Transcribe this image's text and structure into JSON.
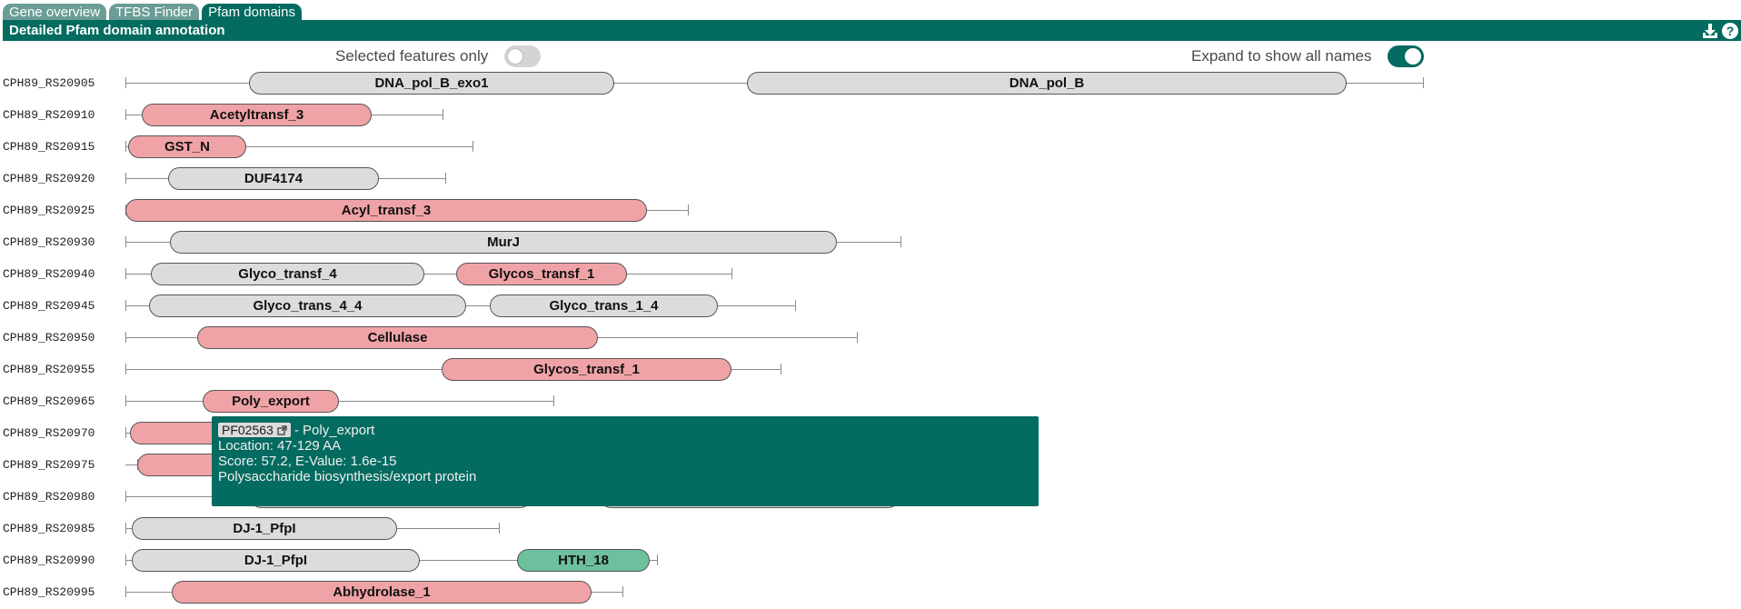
{
  "tabs": [
    {
      "label": "Gene overview",
      "active": false
    },
    {
      "label": "TFBS Finder",
      "active": false
    },
    {
      "label": "Pfam domains",
      "active": true
    }
  ],
  "header": {
    "title": "Detailed Pfam domain annotation",
    "icons": [
      "download-icon",
      "help-icon"
    ]
  },
  "toggles": {
    "selected_only": {
      "label": "Selected features only",
      "state": "off"
    },
    "expand_names": {
      "label": "Expand to show all names",
      "state": "on"
    }
  },
  "colors": {
    "accent": "#036b5f",
    "tab_inactive": "#6b9d96",
    "domain_grey": "#dcdcdc",
    "domain_pink": "#f0a3a6",
    "domain_green": "#6dbf9d"
  },
  "rows": [
    {
      "locus": "CPH89_RS20905",
      "domains": [
        {
          "name": "DNA_pol_B_exo1",
          "color": "grey"
        },
        {
          "name": "DNA_pol_B",
          "color": "grey"
        }
      ]
    },
    {
      "locus": "CPH89_RS20910",
      "domains": [
        {
          "name": "Acetyltransf_3",
          "color": "pink"
        }
      ]
    },
    {
      "locus": "CPH89_RS20915",
      "domains": [
        {
          "name": "GST_N",
          "color": "pink"
        }
      ]
    },
    {
      "locus": "CPH89_RS20920",
      "domains": [
        {
          "name": "DUF4174",
          "color": "grey"
        }
      ]
    },
    {
      "locus": "CPH89_RS20925",
      "domains": [
        {
          "name": "Acyl_transf_3",
          "color": "pink"
        }
      ]
    },
    {
      "locus": "CPH89_RS20930",
      "domains": [
        {
          "name": "MurJ",
          "color": "grey"
        }
      ]
    },
    {
      "locus": "CPH89_RS20940",
      "domains": [
        {
          "name": "Glyco_transf_4",
          "color": "grey"
        },
        {
          "name": "Glycos_transf_1",
          "color": "pink"
        }
      ]
    },
    {
      "locus": "CPH89_RS20945",
      "domains": [
        {
          "name": "Glyco_trans_4_4",
          "color": "grey"
        },
        {
          "name": "Glyco_trans_1_4",
          "color": "grey"
        }
      ]
    },
    {
      "locus": "CPH89_RS20950",
      "domains": [
        {
          "name": "Cellulase",
          "color": "pink"
        }
      ]
    },
    {
      "locus": "CPH89_RS20955",
      "domains": [
        {
          "name": "Glycos_transf_1",
          "color": "pink"
        }
      ]
    },
    {
      "locus": "CPH89_RS20965",
      "domains": [
        {
          "name": "Poly_export",
          "color": "pink"
        }
      ]
    },
    {
      "locus": "CPH89_RS20970",
      "domains": [
        {
          "name": "",
          "color": "pink"
        }
      ]
    },
    {
      "locus": "CPH89_RS20975",
      "domains": [
        {
          "name": "",
          "color": "pink"
        }
      ]
    },
    {
      "locus": "CPH89_RS20980",
      "domains": [
        {
          "name": "",
          "color": "grey"
        },
        {
          "name": "",
          "color": "grey"
        }
      ]
    },
    {
      "locus": "CPH89_RS20985",
      "domains": [
        {
          "name": "DJ-1_PfpI",
          "color": "grey"
        }
      ]
    },
    {
      "locus": "CPH89_RS20990",
      "domains": [
        {
          "name": "DJ-1_PfpI",
          "color": "grey"
        },
        {
          "name": "HTH_18",
          "color": "green"
        }
      ]
    },
    {
      "locus": "CPH89_RS20995",
      "domains": [
        {
          "name": "Abhydrolase_1",
          "color": "pink"
        }
      ]
    }
  ],
  "tooltip": {
    "accession": "PF02563",
    "name_suffix": " - Poly_export",
    "location": "Location: 47-129 AA",
    "score": "Score: 57.2, E-Value: 1.6e-15",
    "description": "Polysaccharide biosynthesis/export protein"
  }
}
